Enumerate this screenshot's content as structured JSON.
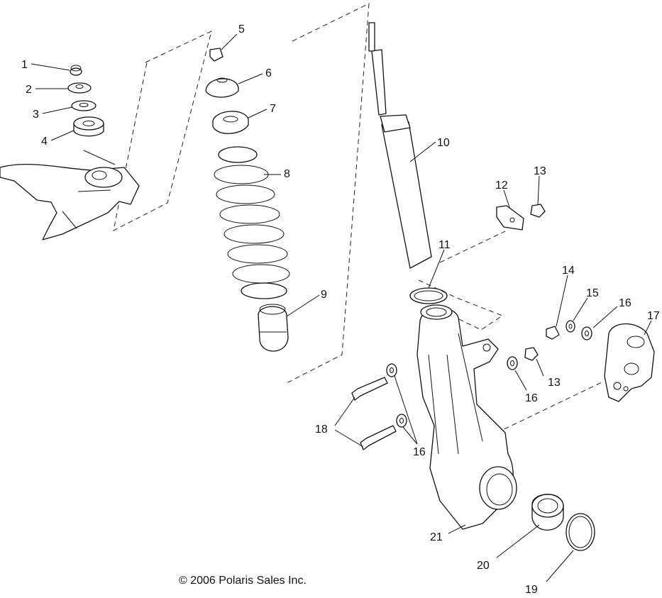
{
  "callouts": [
    {
      "id": "c1",
      "text": "1"
    },
    {
      "id": "c2",
      "text": "2"
    },
    {
      "id": "c3",
      "text": "3"
    },
    {
      "id": "c4",
      "text": "4"
    },
    {
      "id": "c5",
      "text": "5"
    },
    {
      "id": "c6",
      "text": "6"
    },
    {
      "id": "c7",
      "text": "7"
    },
    {
      "id": "c8",
      "text": "8"
    },
    {
      "id": "c9",
      "text": "9"
    },
    {
      "id": "c10",
      "text": "10"
    },
    {
      "id": "c11",
      "text": "11"
    },
    {
      "id": "c12",
      "text": "12"
    },
    {
      "id": "c13a",
      "text": "13"
    },
    {
      "id": "c13b",
      "text": "13"
    },
    {
      "id": "c14",
      "text": "14"
    },
    {
      "id": "c15",
      "text": "15"
    },
    {
      "id": "c16a",
      "text": "16"
    },
    {
      "id": "c16b",
      "text": "16"
    },
    {
      "id": "c16c",
      "text": "16"
    },
    {
      "id": "c17",
      "text": "17"
    },
    {
      "id": "c18",
      "text": "18"
    },
    {
      "id": "c19",
      "text": "19"
    },
    {
      "id": "c20",
      "text": "20"
    },
    {
      "id": "c21",
      "text": "21"
    }
  ],
  "copyright": "© 2006 Polaris Sales Inc."
}
